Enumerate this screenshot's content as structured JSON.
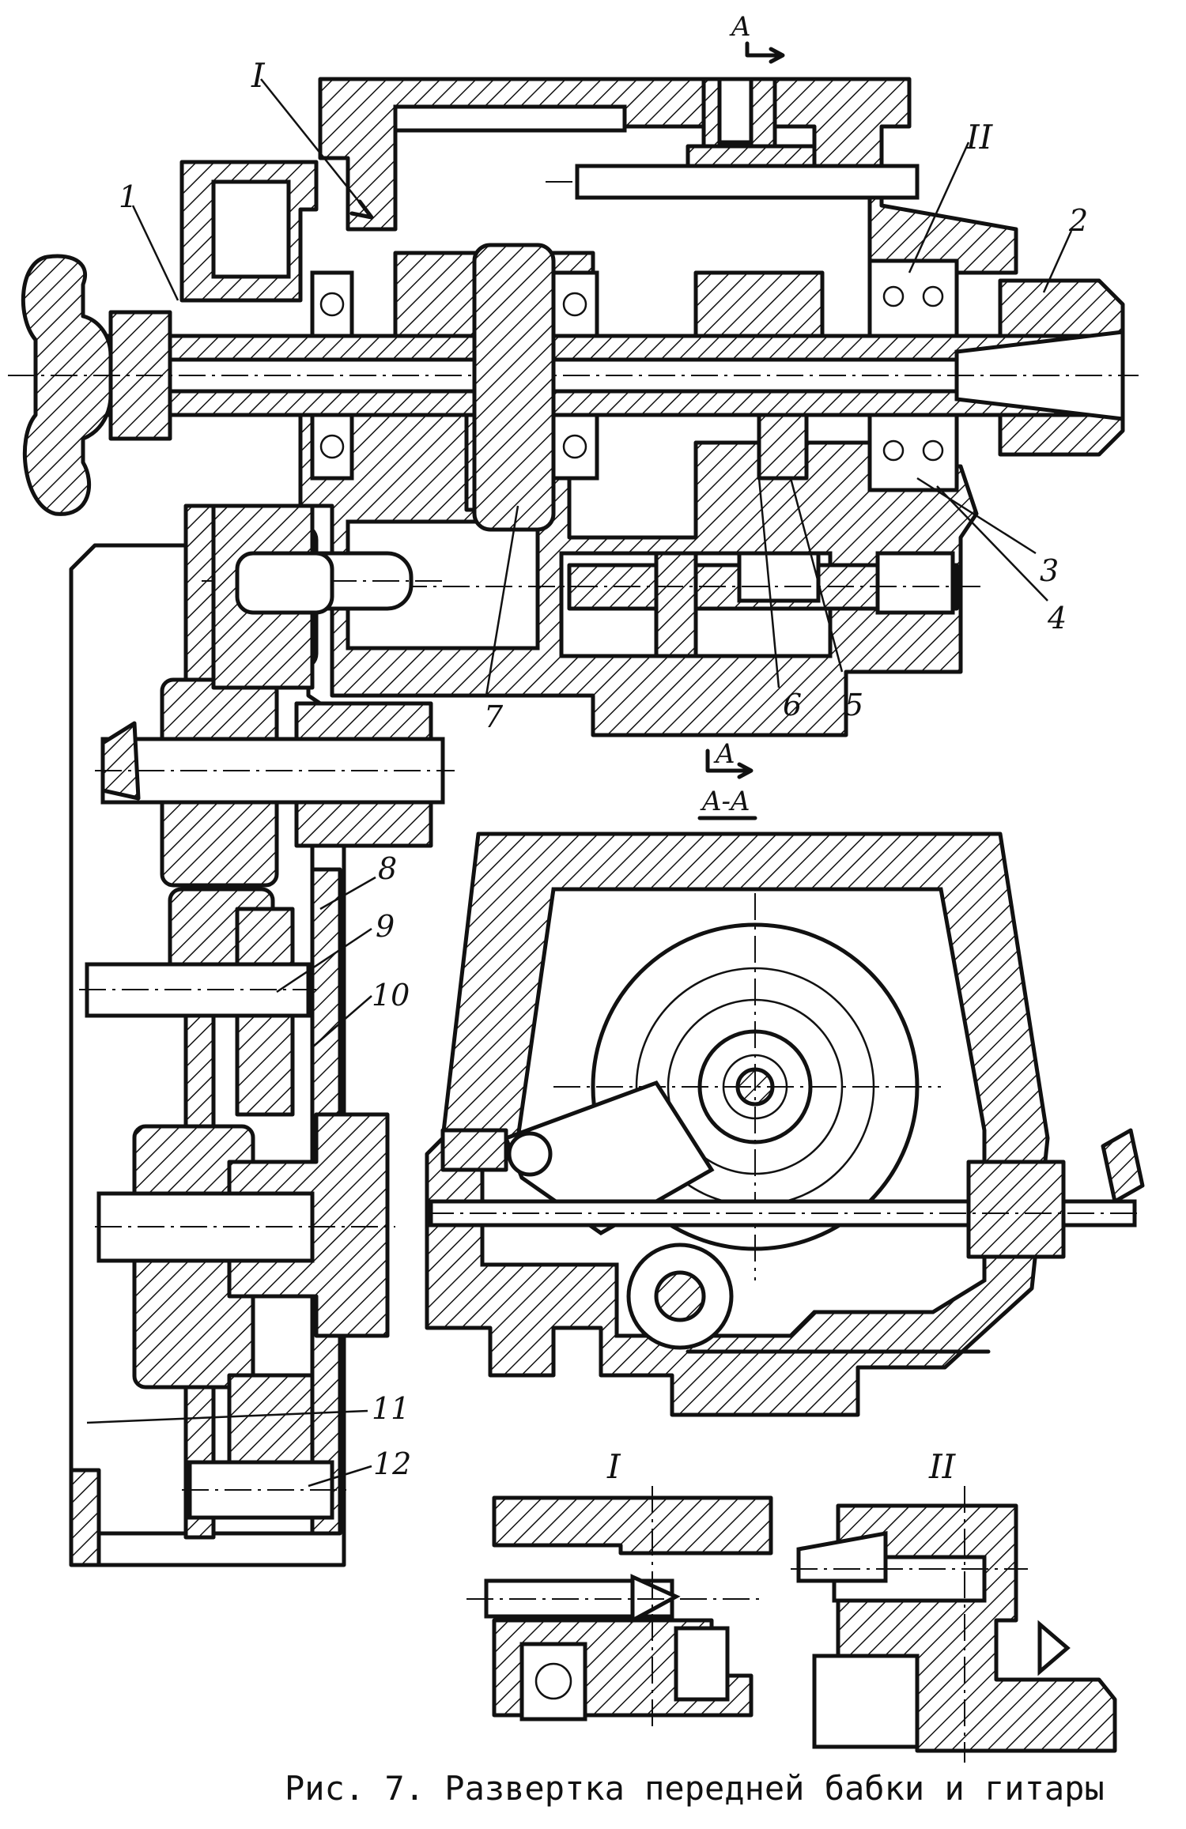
{
  "caption": "Рис. 7. Развертка передней бабки и гитары",
  "section_labels": {
    "cut_mark_top": "A",
    "cut_mark_bottom": "A",
    "section_title": "A-A",
    "detail_one": "I",
    "detail_two": "II"
  },
  "part_numbers": {
    "p1": "1",
    "p2": "2",
    "p3": "3",
    "p4": "4",
    "p5": "5",
    "p6": "6",
    "p7": "7",
    "p8": "8",
    "p9": "9",
    "p10": "10",
    "p11": "11",
    "p12": "12"
  },
  "colors": {
    "ink": "#111111",
    "paper": "#ffffff"
  }
}
